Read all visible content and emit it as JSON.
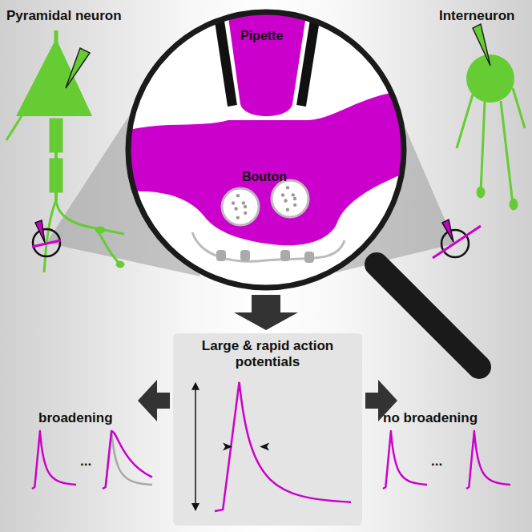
{
  "diagram": {
    "nodes": [
      {
        "text": [
          "Large & rapid action potentials"
        ]
      }
    ],
    "labels": [
      "Pyramidal neuron",
      "Interneuron",
      "Pipette",
      "Bouton",
      "broadening",
      "...",
      "...",
      "no broadening"
    ]
  }
}
